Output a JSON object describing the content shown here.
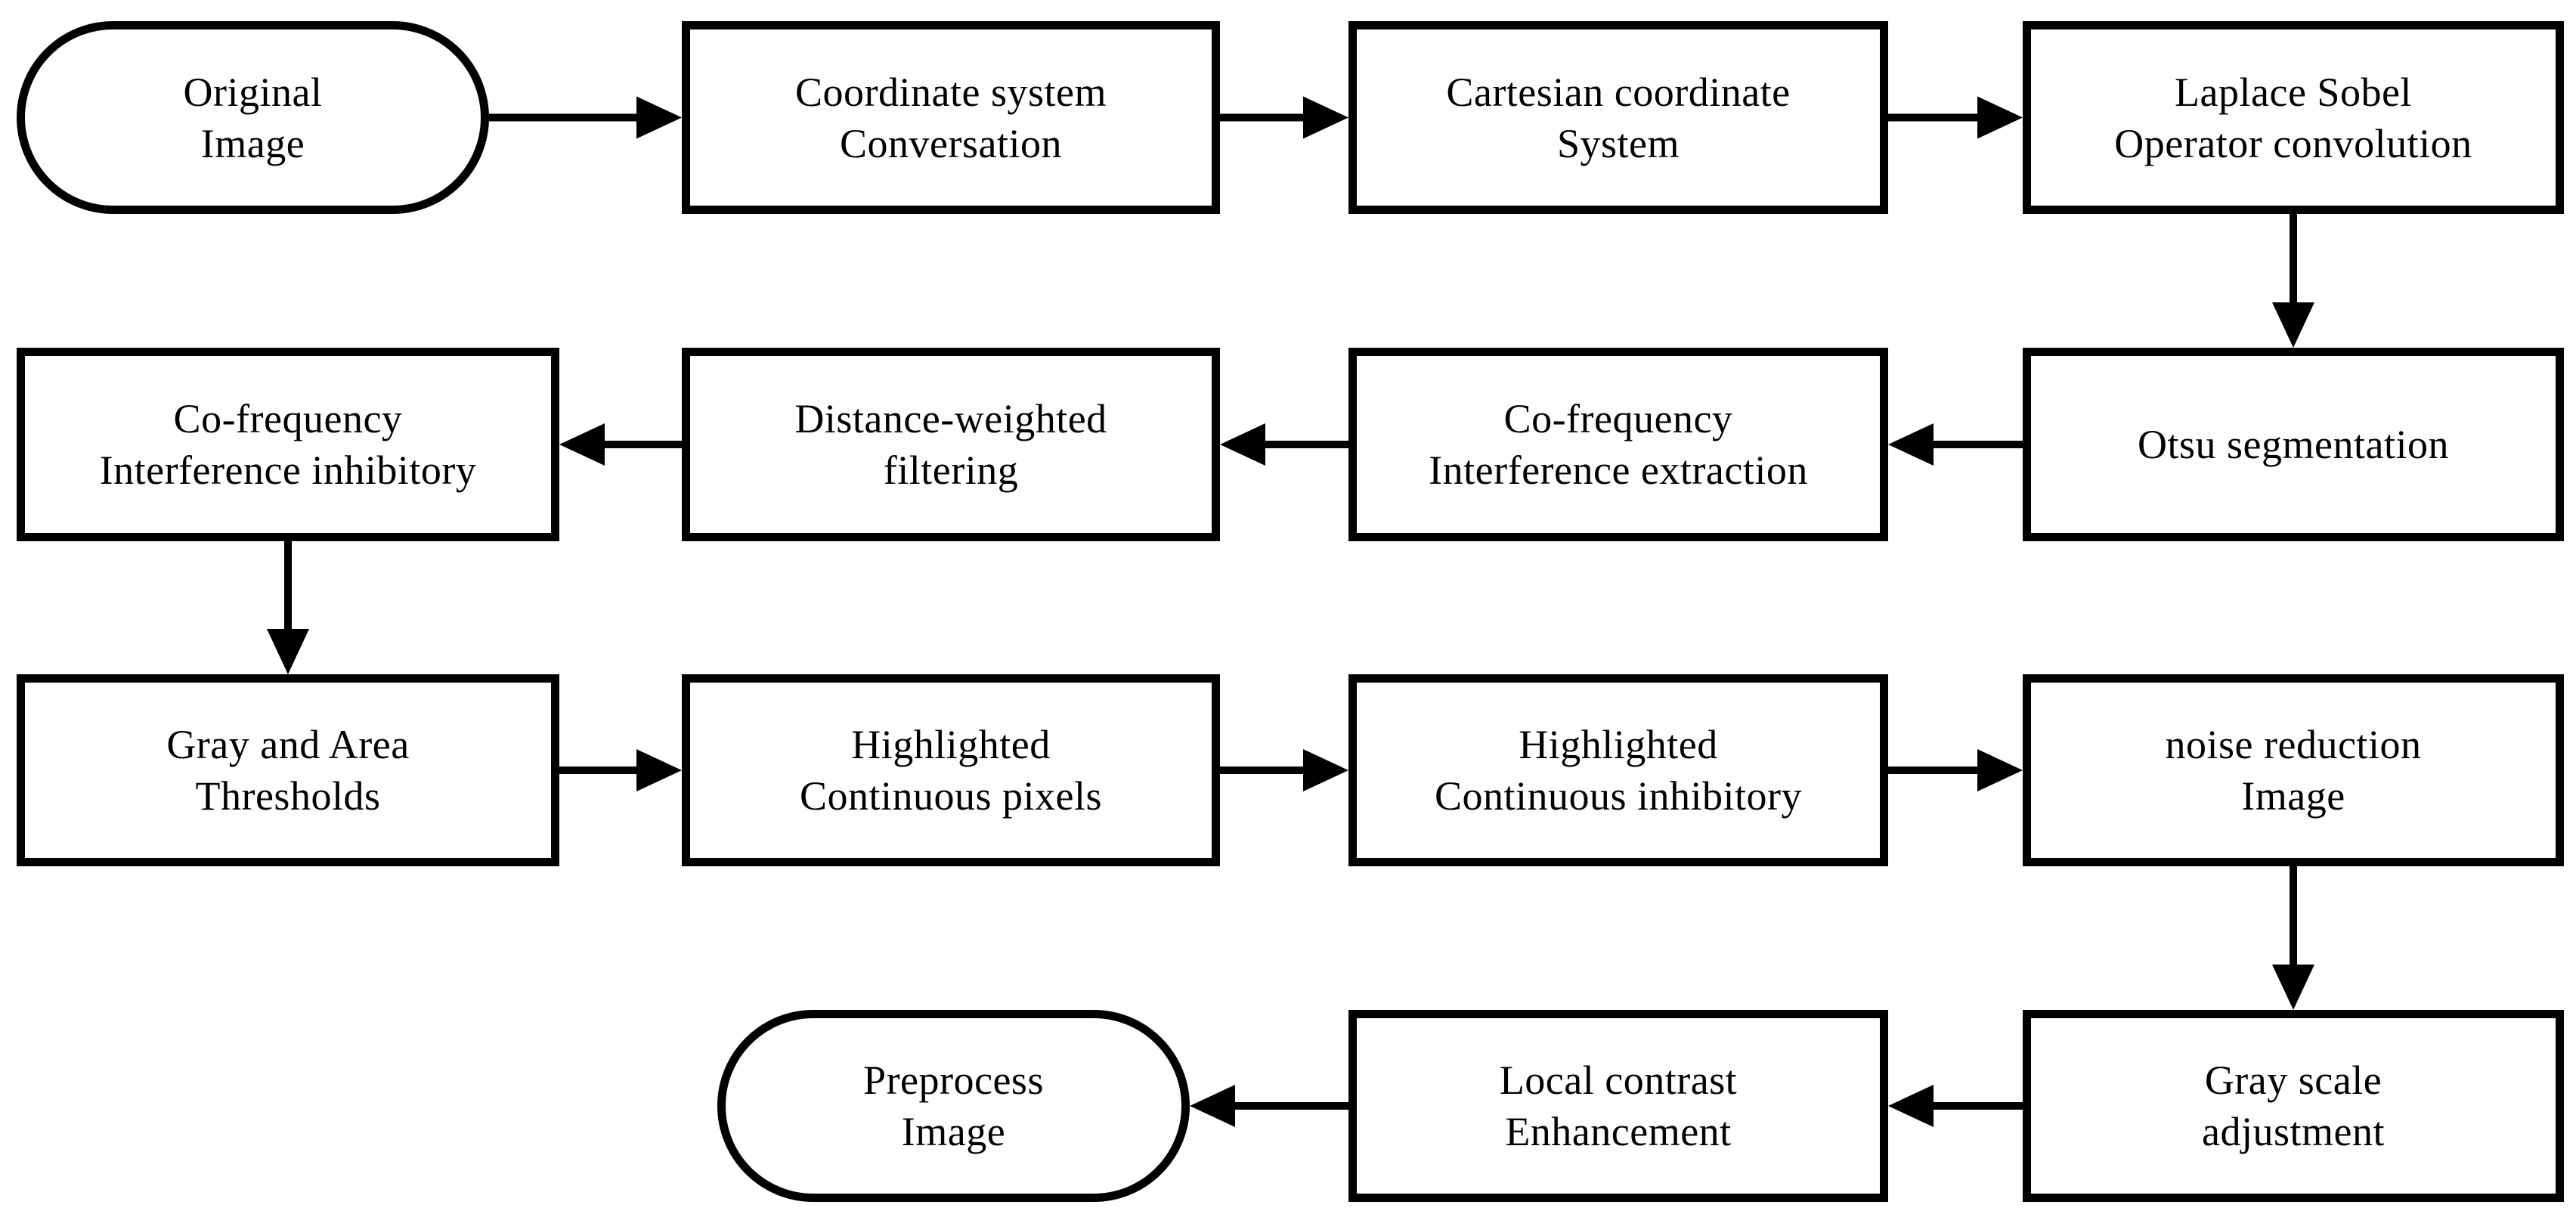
{
  "figure": {
    "background": "#ffffff",
    "stroke_color": "#000000",
    "text_color": "#000000",
    "node_fill": "#fefefe"
  },
  "nodes": [
    {
      "id": "original-image",
      "shape": "stadium",
      "label": "Original\nImage"
    },
    {
      "id": "coordinate-system-conversation",
      "shape": "rect",
      "label": "Coordinate system\nConversation"
    },
    {
      "id": "cartesian-coordinate-system",
      "shape": "rect",
      "label": "Cartesian coordinate\nSystem"
    },
    {
      "id": "laplace-sobel-operator-convolution",
      "shape": "rect",
      "label": "Laplace Sobel\nOperator convolution"
    },
    {
      "id": "co-frequency-interference-inhibitory",
      "shape": "rect",
      "label": "Co-frequency\nInterference inhibitory"
    },
    {
      "id": "distance-weighted-filtering",
      "shape": "rect",
      "label": "Distance-weighted\nfiltering"
    },
    {
      "id": "co-frequency-interference-extraction",
      "shape": "rect",
      "label": "Co-frequency\nInterference extraction"
    },
    {
      "id": "otsu-segmentation",
      "shape": "rect",
      "label": "Otsu segmentation"
    },
    {
      "id": "gray-and-area-thresholds",
      "shape": "rect",
      "label": "Gray and Area\nThresholds"
    },
    {
      "id": "highlighted-continuous-pixels",
      "shape": "rect",
      "label": "Highlighted\nContinuous pixels"
    },
    {
      "id": "highlighted-continuous-inhibitory",
      "shape": "rect",
      "label": "Highlighted\nContinuous inhibitory"
    },
    {
      "id": "noise-reduction-image",
      "shape": "rect",
      "label": "noise reduction\nImage"
    },
    {
      "id": "preprocess-image",
      "shape": "stadium",
      "label": "Preprocess\nImage"
    },
    {
      "id": "local-contrast-enhancement",
      "shape": "rect",
      "label": "Local contrast\nEnhancement"
    },
    {
      "id": "gray-scale-adjustment",
      "shape": "rect",
      "label": "Gray scale\nadjustment"
    }
  ],
  "edges": [
    {
      "from": "original-image",
      "to": "coordinate-system-conversation",
      "dir": "right"
    },
    {
      "from": "coordinate-system-conversation",
      "to": "cartesian-coordinate-system",
      "dir": "right"
    },
    {
      "from": "cartesian-coordinate-system",
      "to": "laplace-sobel-operator-convolution",
      "dir": "right"
    },
    {
      "from": "laplace-sobel-operator-convolution",
      "to": "otsu-segmentation",
      "dir": "down"
    },
    {
      "from": "otsu-segmentation",
      "to": "co-frequency-interference-extraction",
      "dir": "left"
    },
    {
      "from": "co-frequency-interference-extraction",
      "to": "distance-weighted-filtering",
      "dir": "left"
    },
    {
      "from": "distance-weighted-filtering",
      "to": "co-frequency-interference-inhibitory",
      "dir": "left"
    },
    {
      "from": "co-frequency-interference-inhibitory",
      "to": "gray-and-area-thresholds",
      "dir": "down"
    },
    {
      "from": "gray-and-area-thresholds",
      "to": "highlighted-continuous-pixels",
      "dir": "right"
    },
    {
      "from": "highlighted-continuous-pixels",
      "to": "highlighted-continuous-inhibitory",
      "dir": "right"
    },
    {
      "from": "highlighted-continuous-inhibitory",
      "to": "noise-reduction-image",
      "dir": "right"
    },
    {
      "from": "noise-reduction-image",
      "to": "gray-scale-adjustment",
      "dir": "down"
    },
    {
      "from": "gray-scale-adjustment",
      "to": "local-contrast-enhancement",
      "dir": "left"
    },
    {
      "from": "local-contrast-enhancement",
      "to": "preprocess-image",
      "dir": "left"
    }
  ]
}
